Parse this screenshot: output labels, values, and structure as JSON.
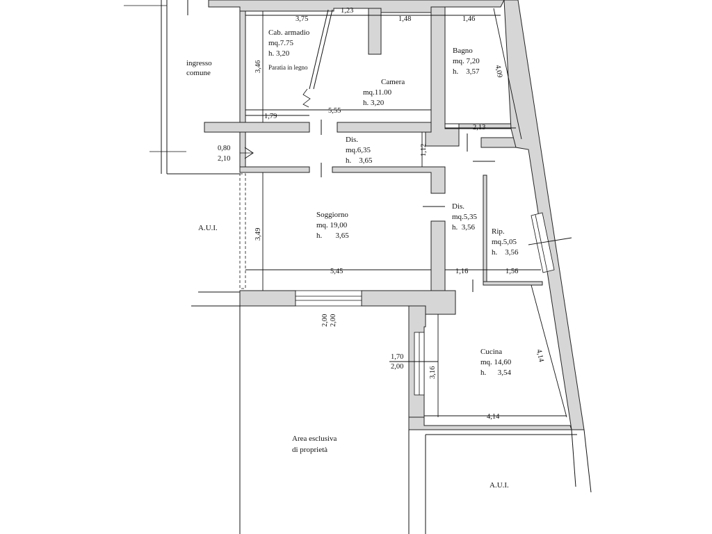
{
  "rooms": {
    "cab_armadio": {
      "name": "Cab. armadio",
      "area": "mq.7.75",
      "height": "h. 3,20"
    },
    "camera": {
      "name": "Camera",
      "area": "mq.11.00",
      "height": "h. 3,20"
    },
    "bagno": {
      "name": "Bagno",
      "area": "mq. 7,20",
      "height": "h.    3,57"
    },
    "dis1": {
      "name": "Dis.",
      "area": "mq.6,35",
      "height": "h.    3,65"
    },
    "dis2": {
      "name": "Dis.",
      "area": "mq.5,35",
      "height": "h.  3,56"
    },
    "soggiorno": {
      "name": "Soggiorno",
      "area": "mq. 19,00",
      "height": "h.       3,65"
    },
    "rip": {
      "name": "Rip.",
      "area": "mq.5,05",
      "height": "h.    3,56"
    },
    "cucina": {
      "name": "Cucina",
      "area": "mq. 14,60",
      "height": "h.      3,54"
    }
  },
  "labels": {
    "ingresso": [
      "ingresso",
      "comune"
    ],
    "aui_left": "A.U.I.",
    "aui_bottom": "A.U.I.",
    "area_esclusiva": [
      "Area esclusiva",
      "di proprietà"
    ],
    "paratia": "Paratia in legno"
  },
  "dimensions": {
    "d375": "3,75",
    "d123": "1,23",
    "d148": "1,48",
    "d146": "1,46",
    "d346": "3,46",
    "d409": "4,09",
    "d179": "1,79",
    "d555": "5,55",
    "d213": "2,13",
    "d112": "1,12",
    "door_w": "0,80",
    "door_h": "2,10",
    "d349": "3,49",
    "d545": "5,45",
    "d116": "1,16",
    "d156": "1,56",
    "win_w": "2,00",
    "win_h": "2,00",
    "win2_w": "1,70",
    "win2_h": "2,00",
    "d316": "3,16",
    "d414a": "4,14",
    "d414b": "4,14"
  }
}
